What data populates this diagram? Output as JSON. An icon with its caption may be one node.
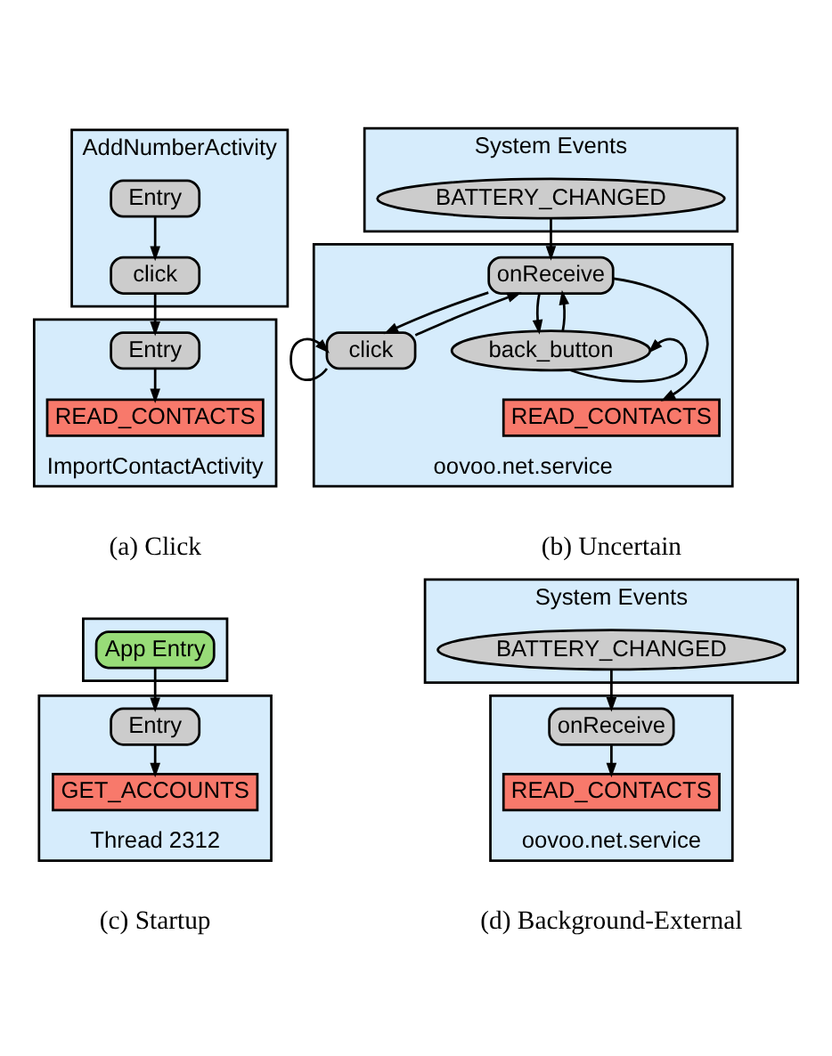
{
  "diagram": {
    "nodes": [
      {
        "text": [
          "AddNumberActivity"
        ]
      },
      {
        "text": [
          "Entry"
        ],
        "in": 0
      },
      {
        "text": [
          "click"
        ],
        "in": 0
      },
      {
        "text": [
          "ImportContactActivity"
        ]
      },
      {
        "text": [
          "Entry"
        ],
        "in": 3
      },
      {
        "text": [
          "READ_CONTACTS"
        ],
        "in": 3
      },
      {
        "text": [
          "System Events"
        ]
      },
      {
        "text": [
          "BATTERY_CHANGED"
        ],
        "in": 6
      },
      {
        "text": [
          "oovoo.net.service"
        ]
      },
      {
        "text": [
          "onReceive"
        ],
        "in": 8
      },
      {
        "text": [
          "click"
        ],
        "in": 8
      },
      {
        "text": [
          "back_button"
        ],
        "in": 8
      },
      {
        "text": [
          "READ_CONTACTS"
        ],
        "in": 8
      },
      {
        "text": [],
        "shape": "box"
      },
      {
        "text": [
          "App Entry"
        ],
        "in": 13
      },
      {
        "text": [
          "Thread 2312"
        ]
      },
      {
        "text": [
          "Entry"
        ],
        "in": 15
      },
      {
        "text": [
          "GET_ACCOUNTS"
        ],
        "in": 15
      },
      {
        "text": [
          "System Events"
        ]
      },
      {
        "text": [
          "BATTERY_CHANGED"
        ],
        "in": 18
      },
      {
        "text": [
          "oovoo.net.service"
        ]
      },
      {
        "text": [
          "onReceive"
        ],
        "in": 20
      },
      {
        "text": [
          "READ_CONTACTS"
        ],
        "in": 20
      }
    ],
    "edges": [
      {
        "from": 1,
        "to": 2,
        "arrow": "to"
      },
      {
        "from": 2,
        "to": 4,
        "arrow": "to"
      },
      {
        "from": 4,
        "to": 5,
        "arrow": "to"
      },
      {
        "from": 7,
        "to": 9,
        "arrow": "to"
      },
      {
        "from": 9,
        "to": 10,
        "arrow": "to"
      },
      {
        "from": 10,
        "to": 9,
        "arrow": "to"
      },
      {
        "from": 10,
        "to": 10,
        "arrow": "to"
      },
      {
        "from": 9,
        "to": 11,
        "arrow": "to"
      },
      {
        "from": 11,
        "to": 9,
        "arrow": "to"
      },
      {
        "from": 11,
        "to": 11,
        "arrow": "to"
      },
      {
        "from": 9,
        "to": 12,
        "arrow": "to"
      },
      {
        "from": 14,
        "to": 16,
        "arrow": "to"
      },
      {
        "from": 16,
        "to": 17,
        "arrow": "to"
      },
      {
        "from": 19,
        "to": 21,
        "arrow": "to"
      },
      {
        "from": 21,
        "to": 22,
        "arrow": "to"
      }
    ],
    "labels": [
      "(a) Click",
      "(b) Uncertain",
      "(c) Startup",
      "(d) Background-External"
    ]
  }
}
